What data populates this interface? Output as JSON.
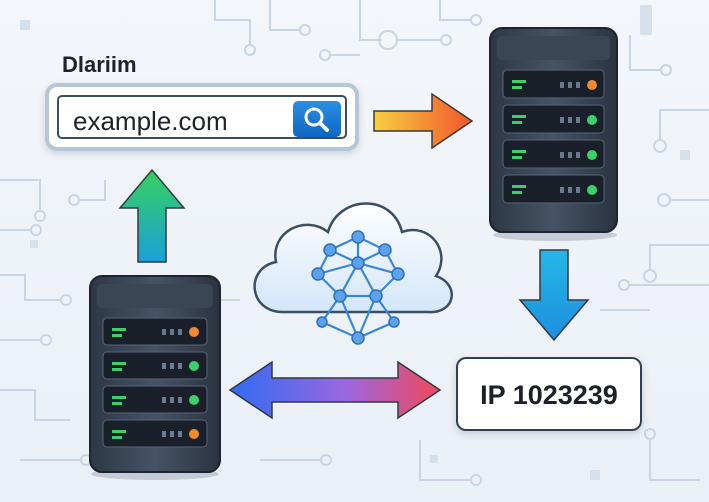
{
  "labels": {
    "domain_label": "Dlariim",
    "search_value": "example.com",
    "ip_result": "IP 1023239"
  },
  "icons": [
    "search-icon",
    "server-icon",
    "cloud-network-icon",
    "arrow-icon"
  ],
  "colors": {
    "background": "#eef2f7",
    "search_button": "#1877d2",
    "up_arrow": "#2ec36a",
    "down_arrow": "#27a9e8",
    "right_arrow_start": "#f7c23a",
    "right_arrow_end": "#f0622f",
    "double_arrow_left": "#3a6ff0",
    "double_arrow_right": "#f0475a",
    "led_orange": "#f08a2e",
    "led_green": "#3bd06b"
  }
}
